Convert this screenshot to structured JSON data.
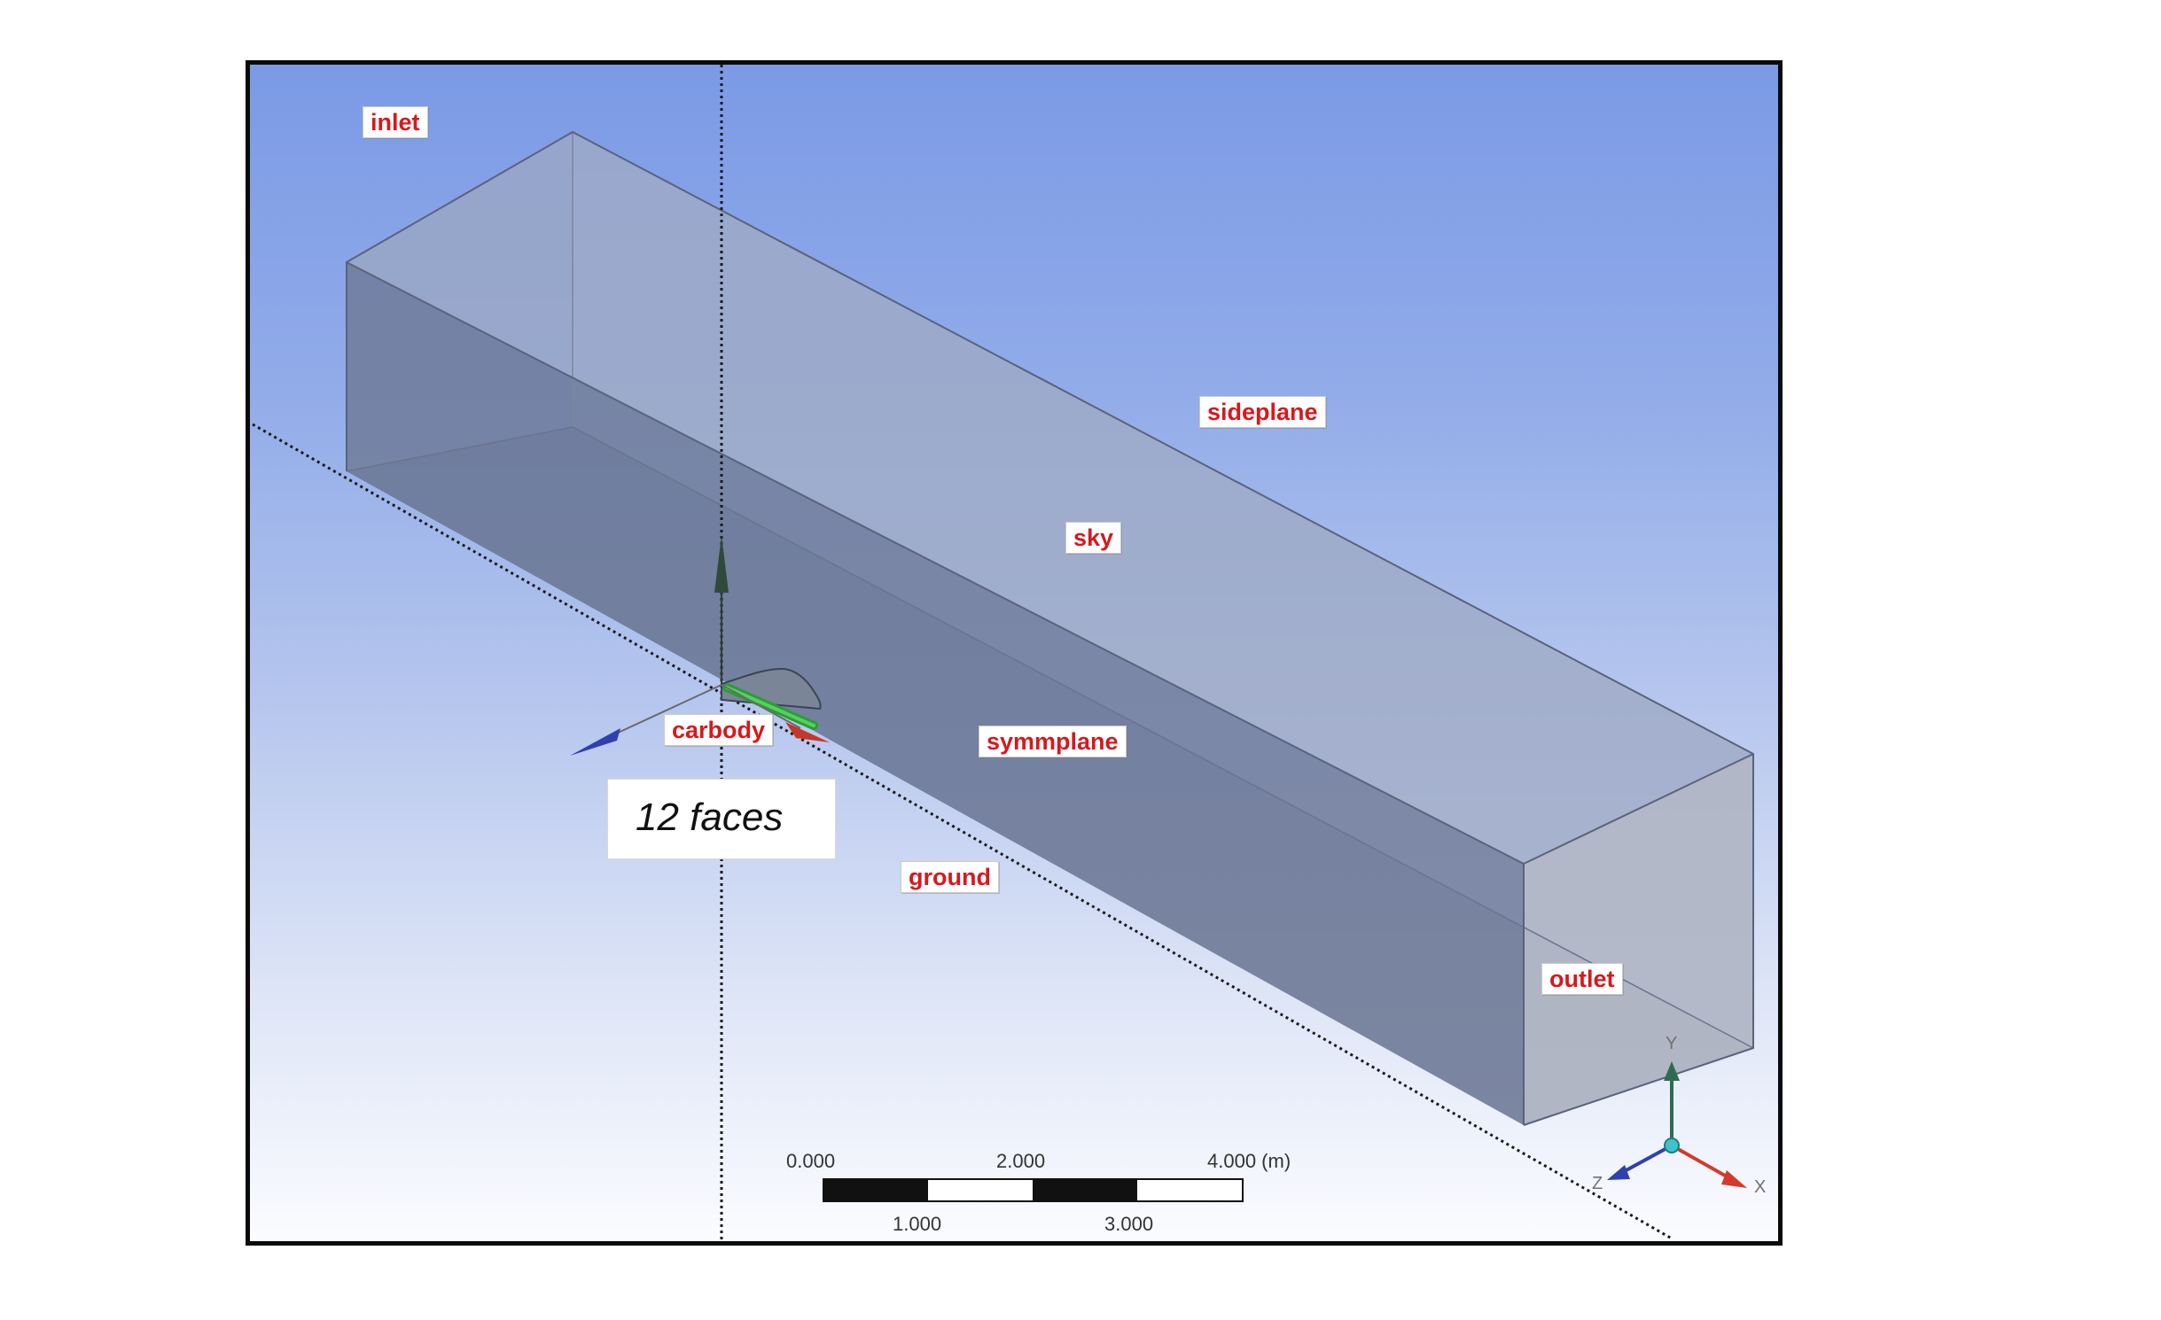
{
  "viewport": {
    "labels": {
      "inlet": "inlet",
      "sideplane": "sideplane",
      "sky": "sky",
      "carbody": "carbody",
      "symmplane": "symmplane",
      "ground": "ground",
      "outlet": "outlet"
    },
    "callout": "12 faces",
    "scale_bar": {
      "top_ticks": [
        "0.000",
        "2.000",
        "4.000 (m)"
      ],
      "bottom_ticks": [
        "1.000",
        "3.000"
      ]
    },
    "triad": {
      "x": "X",
      "y": "Y",
      "z": "Z"
    }
  },
  "colors": {
    "label_text": "#d7191c",
    "background_top": "#7b9ae6",
    "background_bottom": "#fbfcff",
    "box_near": "#6f7d99",
    "box_far": "#aab3c3",
    "x_axis": "#d43a2b",
    "y_axis": "#2e6b4f",
    "z_axis": "#2f40b0"
  }
}
